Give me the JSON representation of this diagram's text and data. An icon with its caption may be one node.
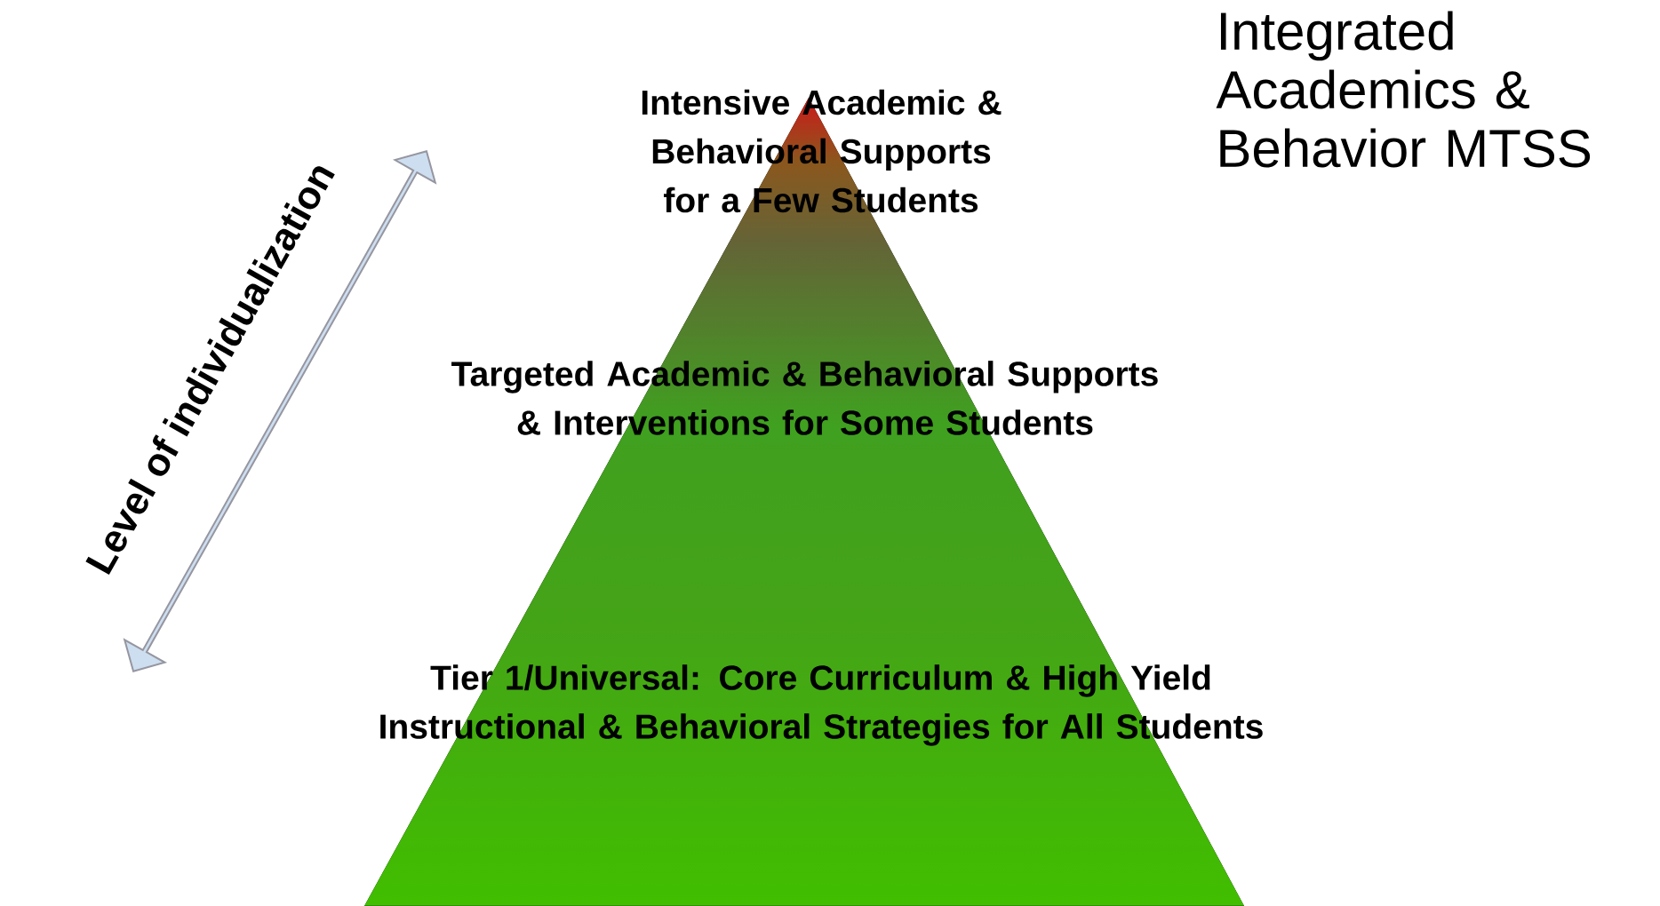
{
  "diagram": {
    "title": "Integrated Academics & Behavior MTSS",
    "nodes": [
      {
        "text": [
          "Intensive Academic & Behavioral Supports for a Few Students",
          "Targeted Academic & Behavioral Supports & Interventions for Some Students",
          "Tier 1/Universal: Core Curriculum & High Yield Instructional & Behavioral Strategies for All Students"
        ]
      }
    ],
    "labels": [
      "Level of individualization"
    ]
  }
}
